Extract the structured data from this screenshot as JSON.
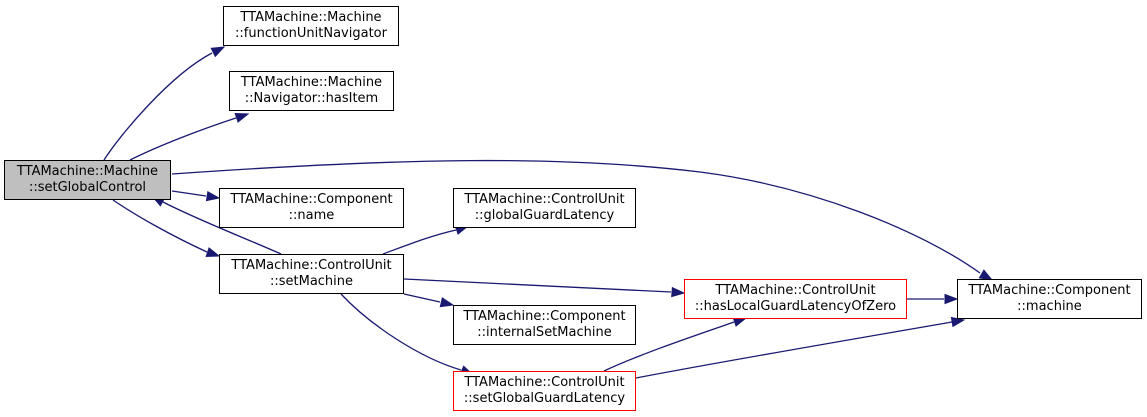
{
  "colors": {
    "edge": "#191970",
    "root_fill": "#bfbfbf",
    "border_default": "#000000",
    "border_highlight": "#ff0000"
  },
  "nodes": [
    {
      "id": "setGlobalControl",
      "line1": "TTAMachine::Machine",
      "line2": "::setGlobalControl",
      "style": "root"
    },
    {
      "id": "functionUnitNavigator",
      "line1": "TTAMachine::Machine",
      "line2": "::functionUnitNavigator",
      "style": "normal"
    },
    {
      "id": "hasItem",
      "line1": "TTAMachine::Machine",
      "line2": "::Navigator::hasItem",
      "style": "normal"
    },
    {
      "id": "componentName",
      "line1": "TTAMachine::Component",
      "line2": "::name",
      "style": "normal"
    },
    {
      "id": "setMachine",
      "line1": "TTAMachine::ControlUnit",
      "line2": "::setMachine",
      "style": "normal"
    },
    {
      "id": "globalGuardLatency",
      "line1": "TTAMachine::ControlUnit",
      "line2": "::globalGuardLatency",
      "style": "normal"
    },
    {
      "id": "internalSetMachine",
      "line1": "TTAMachine::Component",
      "line2": "::internalSetMachine",
      "style": "normal"
    },
    {
      "id": "setGlobalGuardLatency",
      "line1": "TTAMachine::ControlUnit",
      "line2": "::setGlobalGuardLatency",
      "style": "red"
    },
    {
      "id": "hasLocalGuardLatencyOfZero",
      "line1": "TTAMachine::ControlUnit",
      "line2": "::hasLocalGuardLatencyOfZero",
      "style": "red"
    },
    {
      "id": "componentMachine",
      "line1": "TTAMachine::Component",
      "line2": "::machine",
      "style": "normal"
    }
  ],
  "edges": [
    {
      "from": "setGlobalControl",
      "to": "functionUnitNavigator"
    },
    {
      "from": "setGlobalControl",
      "to": "hasItem"
    },
    {
      "from": "setGlobalControl",
      "to": "componentMachine"
    },
    {
      "from": "setGlobalControl",
      "to": "componentName"
    },
    {
      "from": "setGlobalControl",
      "to": "setMachine"
    },
    {
      "from": "setMachine",
      "to": "setGlobalControl"
    },
    {
      "from": "setMachine",
      "to": "globalGuardLatency"
    },
    {
      "from": "setMachine",
      "to": "hasLocalGuardLatencyOfZero"
    },
    {
      "from": "setMachine",
      "to": "internalSetMachine"
    },
    {
      "from": "setMachine",
      "to": "setGlobalGuardLatency"
    },
    {
      "from": "hasLocalGuardLatencyOfZero",
      "to": "componentMachine"
    },
    {
      "from": "setGlobalGuardLatency",
      "to": "hasLocalGuardLatencyOfZero"
    },
    {
      "from": "setGlobalGuardLatency",
      "to": "componentMachine"
    }
  ]
}
